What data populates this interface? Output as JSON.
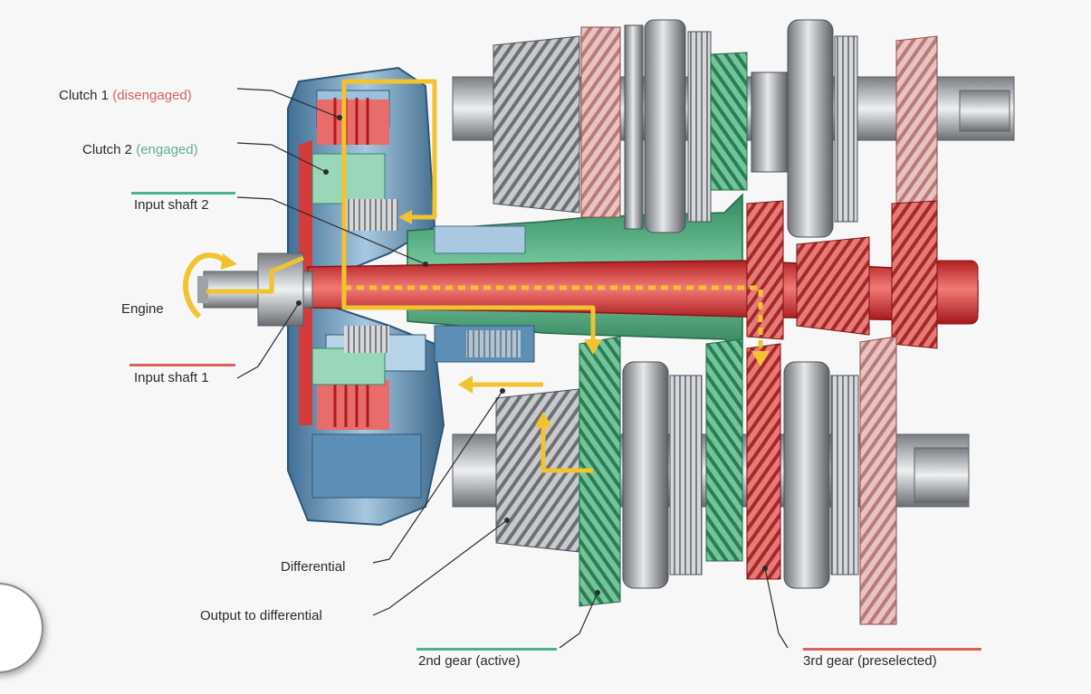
{
  "labels": {
    "clutch1": "Clutch 1",
    "clutch1_state": "(disengaged)",
    "clutch2": "Clutch 2",
    "clutch2_state": "(engaged)",
    "input_shaft_2": "Input shaft 2",
    "engine": "Engine",
    "input_shaft_1": "Input shaft 1",
    "differential": "Differential",
    "output_to_differential": "Output to differential",
    "gear_2nd": "2nd gear (active)",
    "gear_3rd": "3rd gear (preselected)"
  },
  "colors": {
    "disengaged_red": "#d9625c",
    "engaged_green": "#5fae8c",
    "power_flow_yellow": "#f2c230",
    "housing_blue": "#7fa8c8",
    "steel_gray": "#b8bcc0"
  },
  "icons": {
    "corner_button": "circle-button"
  }
}
